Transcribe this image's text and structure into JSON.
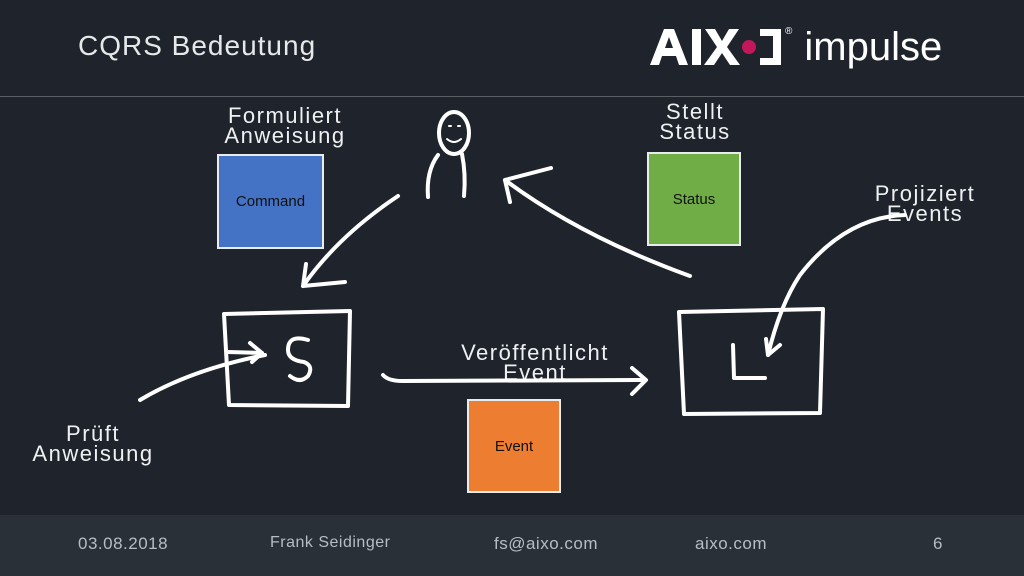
{
  "slide": {
    "title": "CQRS Bedeutung"
  },
  "logo": {
    "brand": "AIXO",
    "product": "impulse"
  },
  "labels": {
    "formuliert_line1": "Formuliert",
    "formuliert_line2": "Anweisung",
    "stellt_line1": "Stellt",
    "stellt_line2": "Status",
    "projiziert_line1": "Projiziert",
    "projiziert_line2": "Events",
    "veroeffentlicht_line1": "Veröffentlicht",
    "veroeffentlicht_line2": "Event",
    "prueft_line1": "Prüft",
    "prueft_line2": "Anweisung"
  },
  "boxes": {
    "command": "Command",
    "status": "Status",
    "event": "Event"
  },
  "colors": {
    "command": "#4472c4",
    "status": "#70ad47",
    "event": "#ed7d31",
    "background": "#1f242c"
  },
  "footer": {
    "date": "03.08.2018",
    "author": "Frank Seidinger",
    "email": "fs@aixo.com",
    "website": "aixo.com",
    "page": "6"
  }
}
